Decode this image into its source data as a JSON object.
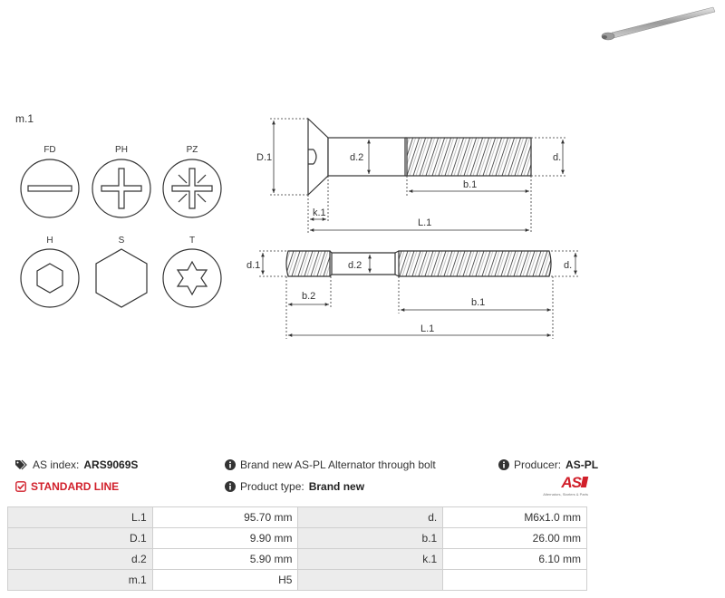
{
  "drawing": {
    "head_types_title": "m.1",
    "head_types": [
      {
        "code": "FD",
        "icon": "slotted-head-icon"
      },
      {
        "code": "PH",
        "icon": "phillips-head-icon"
      },
      {
        "code": "PZ",
        "icon": "pozidriv-head-icon"
      },
      {
        "code": "H",
        "icon": "hex-socket-head-icon"
      },
      {
        "code": "S",
        "icon": "hex-head-icon"
      },
      {
        "code": "T",
        "icon": "torx-head-icon"
      }
    ],
    "dims_top": {
      "D1": "D.1",
      "d2": "d.2",
      "d": "d.",
      "b1": "b.1",
      "k1": "k.1",
      "L1": "L.1"
    },
    "dims_bottom": {
      "d1": "d.1",
      "d2": "d.2",
      "d": "d.",
      "b2": "b.2",
      "b1": "b.1",
      "L1": "L.1"
    }
  },
  "product": {
    "as_index_label": "AS index:",
    "as_index_value": "ARS9069S",
    "line_label": "STANDARD LINE",
    "description": "Brand new AS-PL Alternator through bolt",
    "product_type_label": "Product type:",
    "product_type_value": "Brand new",
    "producer_label": "Producer:",
    "producer_value": "AS-PL",
    "logo_text": "AS",
    "logo_tagline": "Alternators, Starters & Parts"
  },
  "specs": {
    "rows": [
      {
        "l1": "L.1",
        "v1": "95.70 mm",
        "l2": "d.",
        "v2": "M6x1.0 mm"
      },
      {
        "l1": "D.1",
        "v1": "9.90 mm",
        "l2": "b.1",
        "v2": "26.00 mm"
      },
      {
        "l1": "d.2",
        "v1": "5.90 mm",
        "l2": "k.1",
        "v2": "6.10 mm"
      },
      {
        "l1": "m.1",
        "v1": "H5",
        "l2": "",
        "v2": ""
      }
    ]
  },
  "colors": {
    "accent_red": "#d11f2a",
    "label_bg": "#ececec",
    "line": "#333333"
  }
}
